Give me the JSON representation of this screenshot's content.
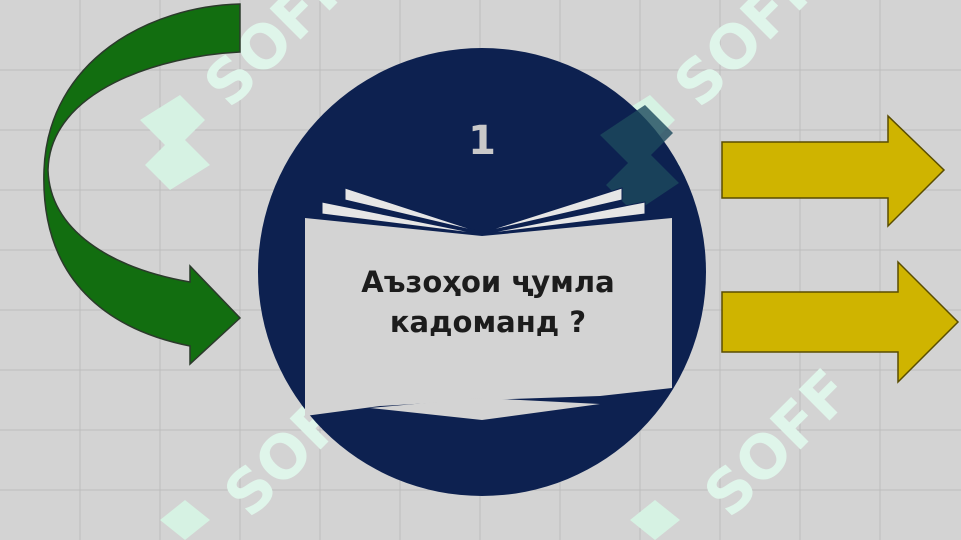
{
  "slide": {
    "number": "1",
    "question_line1": "Аъзоҳои ҷумла",
    "question_line2": "кадоманд ?",
    "watermark": "SOFF"
  },
  "colors": {
    "background": "#d3d3d3",
    "grid": "#bcbcbc",
    "circle": "#0d2150",
    "book": "#d3d3d3",
    "left_arrow": "#126e10",
    "right_arrows": "#cfb400",
    "watermark": "#d8f3e6"
  },
  "icons": [
    "curved-arrow-icon",
    "right-arrow-icon",
    "open-book-icon"
  ]
}
